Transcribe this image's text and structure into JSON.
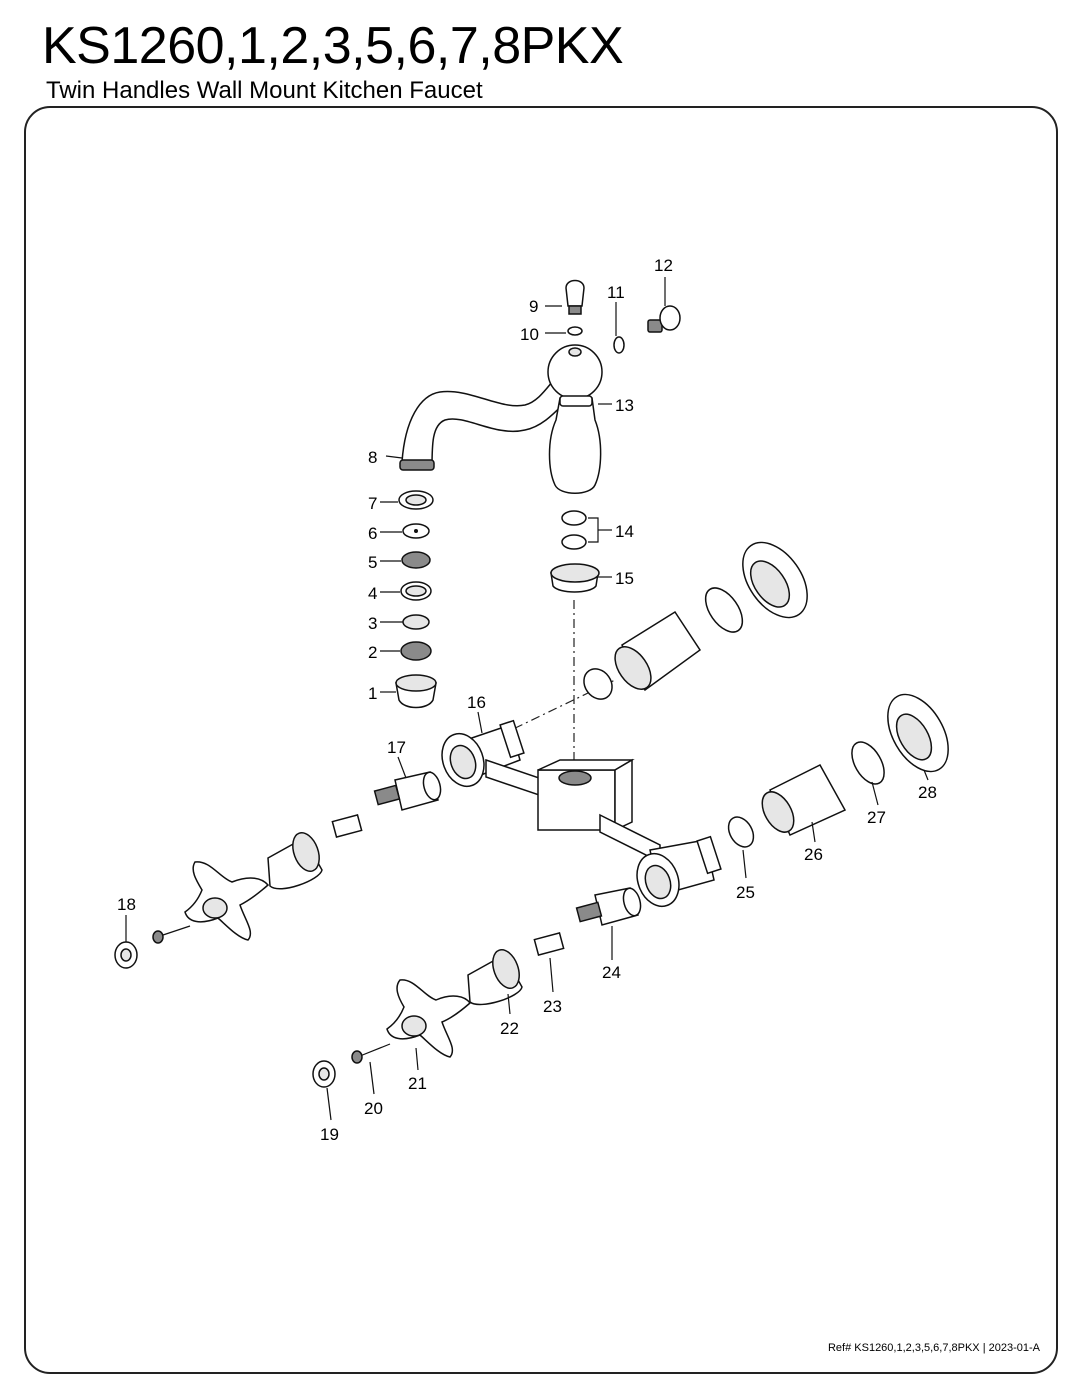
{
  "header": {
    "model": "KS1260,1,2,3,5,6,7,8PKX",
    "description": "Twin Handles Wall Mount Kitchen Faucet"
  },
  "footer": {
    "reference": "Ref# KS1260,1,2,3,5,6,7,8PKX | 2023-01-A"
  },
  "callouts": [
    "1",
    "2",
    "3",
    "4",
    "5",
    "6",
    "7",
    "8",
    "9",
    "10",
    "11",
    "12",
    "13",
    "14",
    "15",
    "16",
    "17",
    "18",
    "19",
    "20",
    "21",
    "22",
    "23",
    "24",
    "25",
    "26",
    "27",
    "28"
  ]
}
